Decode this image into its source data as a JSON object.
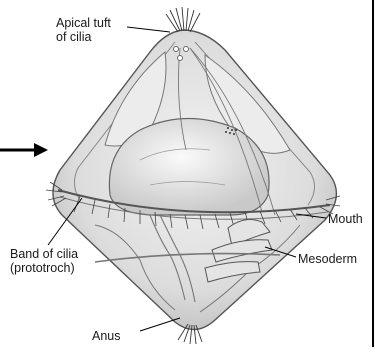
{
  "labels": {
    "apical_tuft_line1": "Apical tuft",
    "apical_tuft_line2": "of cilia",
    "band_line1": "Band of cilia",
    "band_line2": "(prototroch)",
    "mouth": "Mouth",
    "mesoderm": "Mesoderm",
    "anus": "Anus"
  }
}
